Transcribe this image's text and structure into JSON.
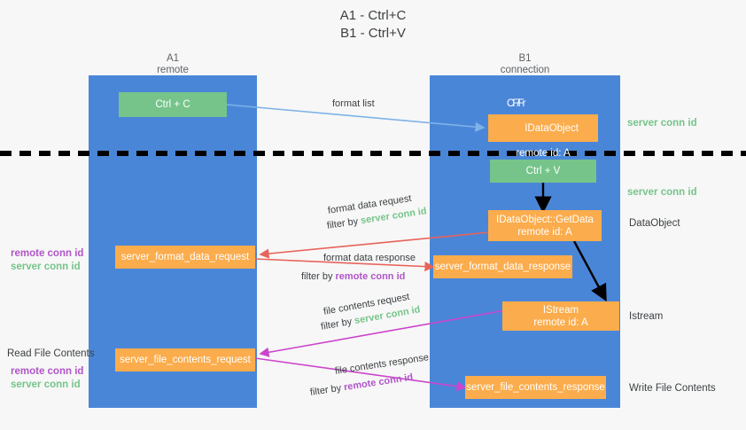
{
  "title": "A1 - Ctrl+C\nB1 - Ctrl+V",
  "lanes": [
    {
      "id": "a1",
      "title": "A1\nremote",
      "color": "#4a86d8"
    },
    {
      "id": "b1",
      "title": "B1\nconnection",
      "color": "#4a86d8"
    }
  ],
  "nodes": {
    "ctrl_c": {
      "line1": "Ctrl + C",
      "line2": "",
      "color": "#76c48a"
    },
    "idataobject_offer": {
      "line1": "IDataObject",
      "line2": "remote id: A",
      "prefix_overlay": "CF/Fr",
      "color": "#fbac4c"
    },
    "ctrl_v": {
      "line1": "Ctrl + V",
      "line2": "",
      "color": "#76c48a"
    },
    "getdata": {
      "line1": "IDataObject::GetData",
      "line2": "remote id: A",
      "color": "#fbac4c"
    },
    "server_format_data_request": {
      "line1": "server_format_data_request",
      "line2": "",
      "color": "#fbac4c"
    },
    "server_format_data_response": {
      "line1": "server_format_data_response",
      "line2": "",
      "color": "#fbac4c"
    },
    "istream": {
      "line1": "IStream",
      "line2": "remote id: A",
      "color": "#fbac4c"
    },
    "server_file_contents_request": {
      "line1": "server_file_contents_request",
      "line2": "",
      "color": "#fbac4c"
    },
    "server_file_contents_response": {
      "line1": "server_file_contents_response",
      "line2": "",
      "color": "#fbac4c"
    }
  },
  "edge_labels": {
    "format_list": "format list",
    "format_data_request": "format data request",
    "format_data_request_filter_prefix": "filter by ",
    "format_data_request_filter_value": "server conn id",
    "format_data_response": "format data response",
    "format_data_response_filter_prefix": "filter by ",
    "format_data_response_filter_value": "remote conn id",
    "file_contents_request": "file contents request",
    "file_contents_request_filter_prefix": "filter by ",
    "file_contents_request_filter_value": "server conn id",
    "file_contents_response": "file contents response",
    "file_contents_response_filter_prefix": "filter by ",
    "file_contents_response_filter_value": "remote conn id"
  },
  "side_labels": {
    "right_server_conn_id_top": "server conn id",
    "right_server_conn_id_mid": "server conn id",
    "right_dataobject": "DataObject",
    "right_istream": "Istream",
    "right_write_file_contents": "Write File Contents",
    "left_remote_conn_id_mid": "remote conn id",
    "left_server_conn_id_mid": "server conn id",
    "left_read_file_contents": "Read File Contents",
    "left_remote_conn_id_bottom": "remote conn id",
    "left_server_conn_id_bottom": "server conn id"
  },
  "colors": {
    "lane": "#4a86d8",
    "green_node": "#76c48a",
    "orange_node": "#fbac4c",
    "red_arrow": "#e8635a",
    "magenta_arrow": "#cc44cc",
    "blue_arrow": "#7eb3e8",
    "black_arrow": "#000000",
    "dashed_divider": "#000000",
    "remote_conn_id": "#b055c8",
    "server_conn_id": "#76c48a",
    "background": "#f7f7f7"
  }
}
